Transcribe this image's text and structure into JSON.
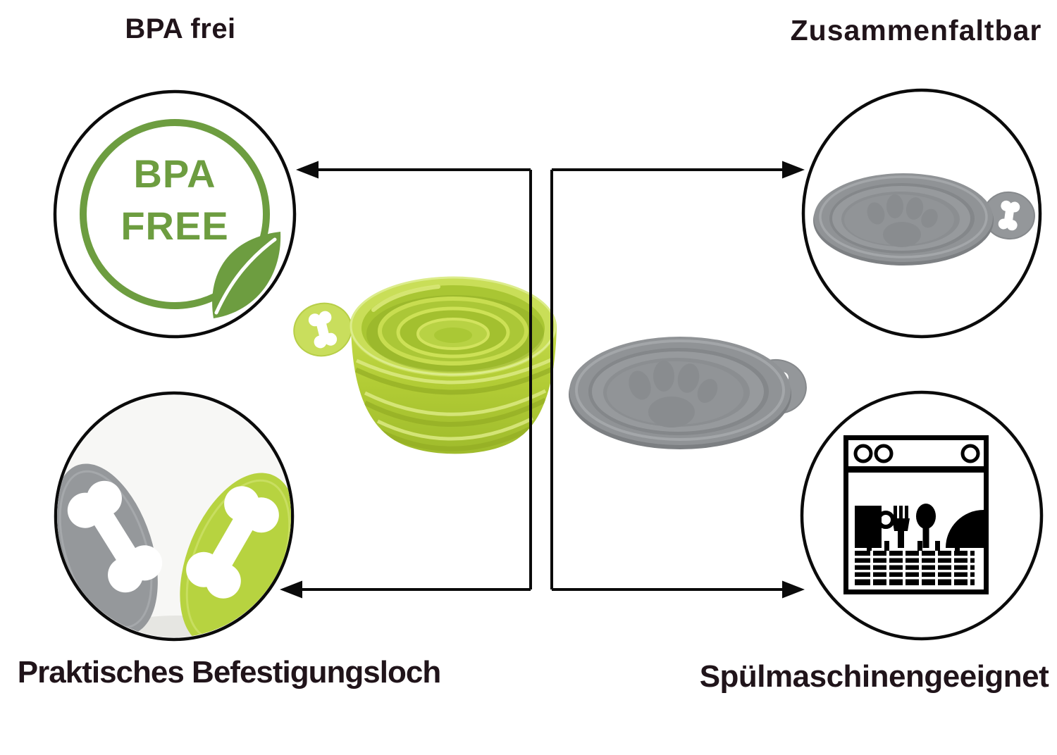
{
  "page": {
    "background": "#ffffff"
  },
  "callouts": [
    {
      "id": "bpa-free",
      "position": "top-left",
      "label": "BPA frei",
      "icon": "bpa-free-badge",
      "badge": {
        "line1": "BPA",
        "line2": "FREE"
      }
    },
    {
      "id": "collapsible",
      "position": "top-right",
      "label": "Zusammenfaltbar",
      "icon": "collapsed-bowl-photo"
    },
    {
      "id": "mounting-hole",
      "position": "bottom-left",
      "label": "Praktisches Befestigungsloch",
      "icon": "bone-tab-closeup-photo"
    },
    {
      "id": "dishwasher-safe",
      "position": "bottom-right",
      "label": "Spülmaschinengeeignet",
      "icon": "dishwasher-pictogram"
    }
  ],
  "products": {
    "center_left": "green collapsible bowl expanded",
    "center_right": "grey collapsible bowl collapsed"
  },
  "colors": {
    "background": "#ffffff",
    "title_text": "#20141a",
    "connector_line": "#0b0b0b",
    "badge_green": "#6d9d40",
    "bowl_green": "#b2cc35",
    "bowl_green_light": "#cde46e",
    "product_grey": "#8b8e91",
    "tab_green": "#b7d340",
    "tab_grey": "#95989b",
    "icon_black": "#000000"
  }
}
